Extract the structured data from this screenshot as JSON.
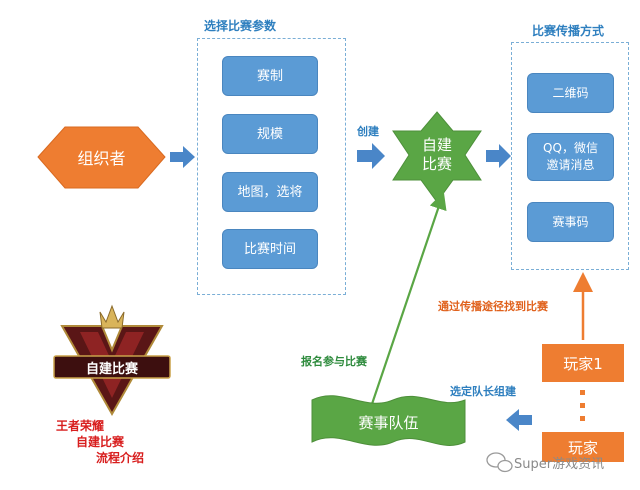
{
  "organizer": {
    "label": "组织者"
  },
  "section_params": {
    "title": "选择比赛参数",
    "buttons": [
      "赛制",
      "规模",
      "地图，选将",
      "比赛时间"
    ]
  },
  "create_label": "创建",
  "center_star": {
    "line1": "自建",
    "line2": "比赛"
  },
  "section_spread": {
    "title": "比赛传播方式",
    "buttons": [
      "二维码",
      "QQ，微信",
      "邀请消息",
      "赛事码"
    ]
  },
  "find_via_channels": "通过传播途径找到比赛",
  "players": {
    "top": "玩家1",
    "bottom": "玩家"
  },
  "select_captain": "选定队长组建",
  "team": {
    "label": "赛事队伍"
  },
  "signup_label": "报名参与比赛",
  "logo": {
    "text": "自建比赛"
  },
  "intro": {
    "line1": "王者荣耀",
    "line2": "自建比赛",
    "line3": "流程介绍"
  },
  "watermark": "Super游戏资讯",
  "colors": {
    "orange": "#ee7d31",
    "blue": "#5b9bd5",
    "green": "#5aa645",
    "title_blue": "#2e7fbf",
    "red": "#d81e1e"
  }
}
